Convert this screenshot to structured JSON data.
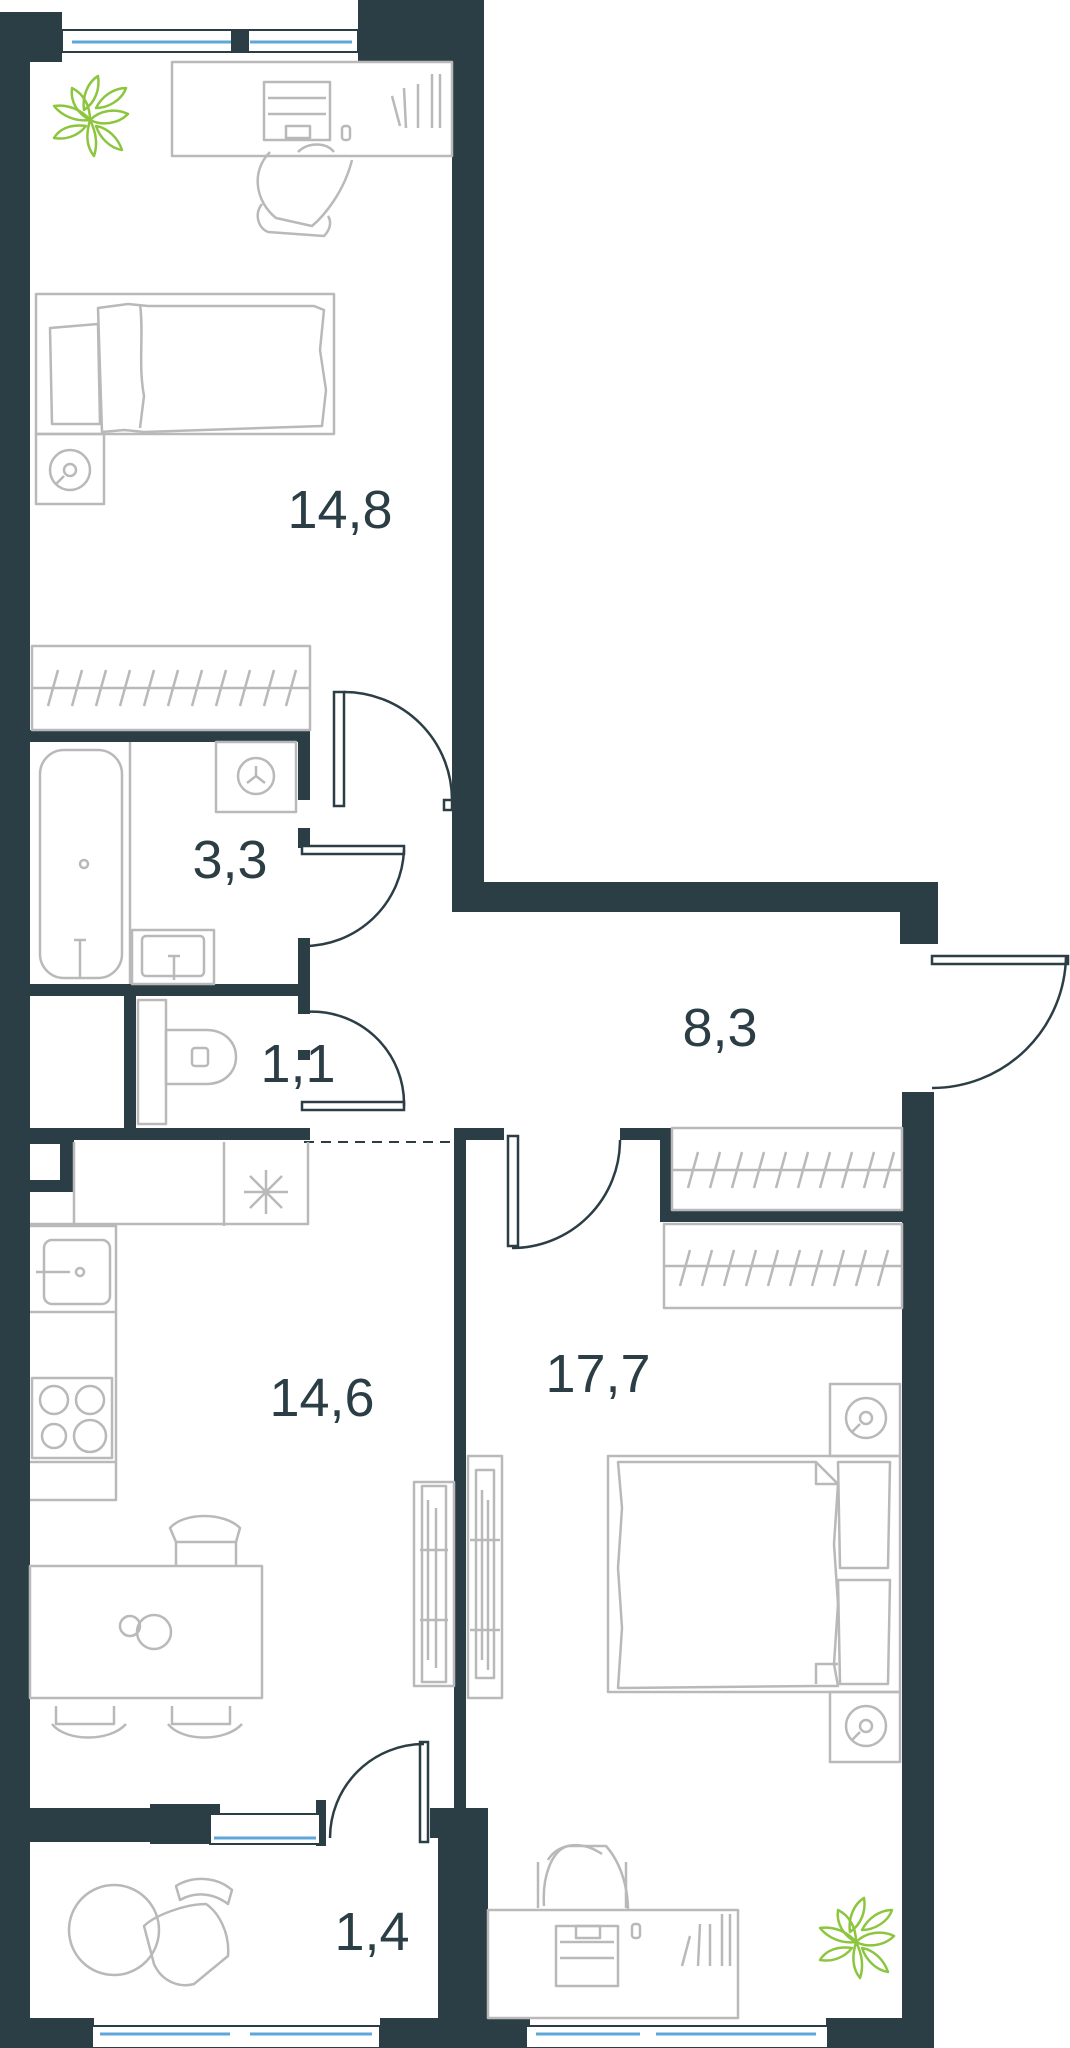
{
  "colors": {
    "wall": "#2c3e45",
    "furniture": "#b9b9b9",
    "window": "#5fa7d8",
    "plant": "#8cc63f"
  },
  "rooms": [
    {
      "id": "bedroom_top",
      "area": "14,8"
    },
    {
      "id": "bathroom",
      "area": "3,3"
    },
    {
      "id": "toilet",
      "area": "1,1"
    },
    {
      "id": "hallway",
      "area": "8,3"
    },
    {
      "id": "kitchen",
      "area": "14,6"
    },
    {
      "id": "bedroom_main",
      "area": "17,7"
    },
    {
      "id": "balcony",
      "area": "1,4"
    }
  ]
}
